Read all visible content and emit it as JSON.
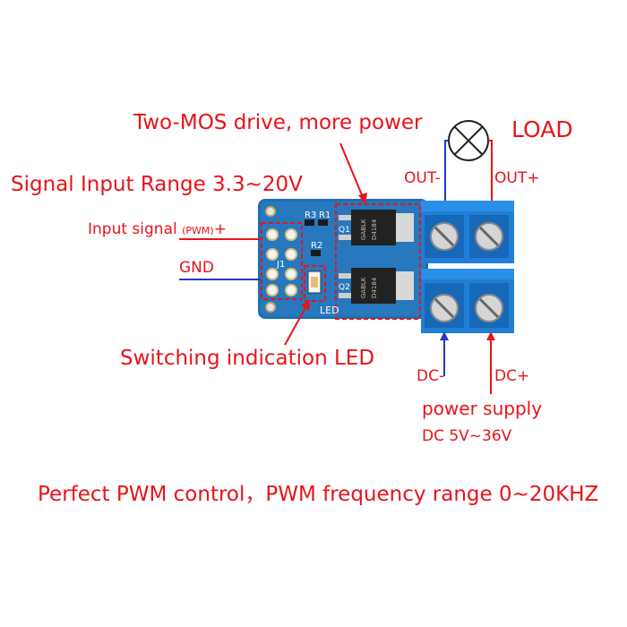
{
  "labels": {
    "two_mos": "Two-MOS drive, more power",
    "load": "LOAD",
    "signal_range": "Signal Input Range  3.3~20V",
    "out_minus": "OUT-",
    "out_plus": "OUT+",
    "input_signal_prefix": "Input signal ",
    "input_signal_pwm": "(PWM)",
    "input_signal_suffix": "+",
    "gnd": "GND",
    "switch_led": "Switching indication LED",
    "dc_minus": "DC-",
    "dc_plus": "DC+",
    "power_supply": "power supply",
    "dc_range": "DC 5V~36V",
    "bottom_caption": "Perfect PWM control，PWM frequency range 0~20KHZ"
  },
  "pcb_silkscreen": {
    "r3": "R3",
    "r1": "R1",
    "r2": "R2",
    "q1": "Q1",
    "q2": "Q2",
    "j1": "J1",
    "led": "LED",
    "mos_top_code": "D4184",
    "mos_top_lot": "GABLK",
    "mos_bot_code": "D4184",
    "mos_bot_lot": "GABLK"
  },
  "colors": {
    "label_red": "#e8131b",
    "wire_blue": "#1f3cc8",
    "pcb_blue": "#1f6fb0",
    "terminal_blue": "#1f7fd6"
  }
}
